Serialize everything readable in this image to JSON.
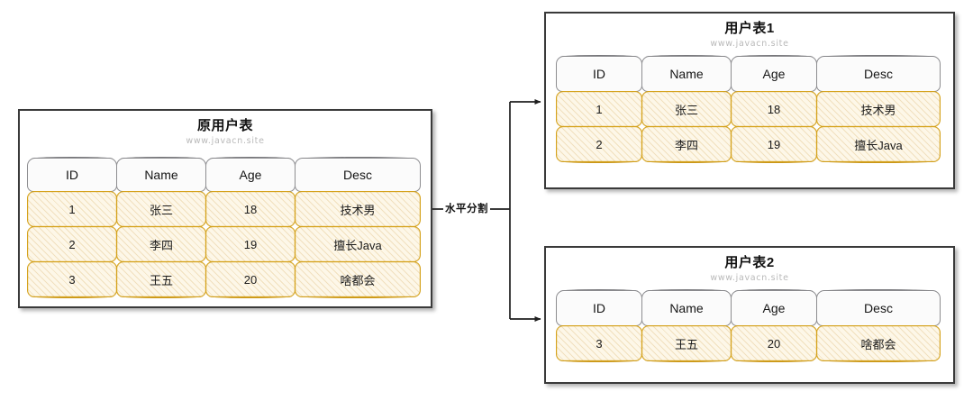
{
  "diagram": {
    "watermark": "www.javacn.site",
    "connector_label": "水平分割",
    "colors": {
      "panel_border": "#3a3a3a",
      "header_border": "#8d8d90",
      "data_border": "#d5a21c",
      "data_fill": "#fdf7e8",
      "title_text": "#111111",
      "watermark_text": "#b9b9b9"
    }
  },
  "source_table": {
    "title": "原用户表",
    "watermark": "www.javacn.site",
    "columns": [
      "ID",
      "Name",
      "Age",
      "Desc"
    ],
    "rows": [
      [
        "1",
        "张三",
        "18",
        "技术男"
      ],
      [
        "2",
        "李四",
        "19",
        "擅长Java"
      ],
      [
        "3",
        "王五",
        "20",
        "啥都会"
      ]
    ]
  },
  "split_table_1": {
    "title": "用户表1",
    "watermark": "www.javacn.site",
    "columns": [
      "ID",
      "Name",
      "Age",
      "Desc"
    ],
    "rows": [
      [
        "1",
        "张三",
        "18",
        "技术男"
      ],
      [
        "2",
        "李四",
        "19",
        "擅长Java"
      ]
    ]
  },
  "split_table_2": {
    "title": "用户表2",
    "watermark": "www.javacn.site",
    "columns": [
      "ID",
      "Name",
      "Age",
      "Desc"
    ],
    "rows": [
      [
        "3",
        "王五",
        "20",
        "啥都会"
      ]
    ]
  }
}
